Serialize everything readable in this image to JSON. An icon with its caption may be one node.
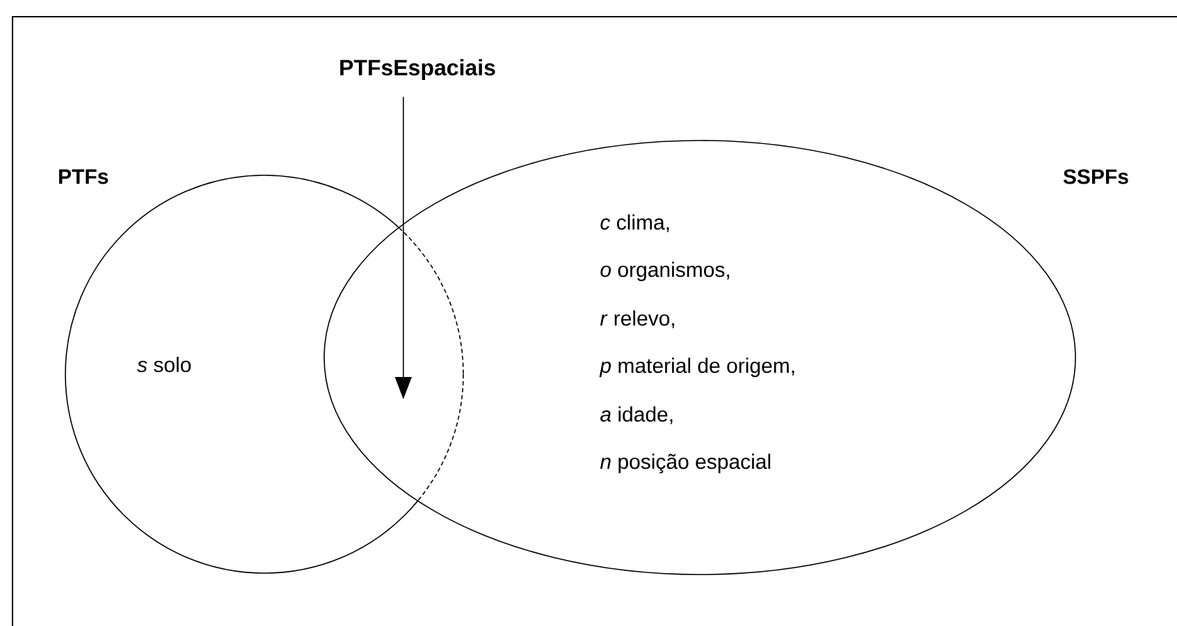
{
  "diagram": {
    "nodes": [
      {
        "text": [
          "PTFsEspaciais"
        ]
      },
      {
        "text": [
          "PTFs",
          "*s*   solo"
        ]
      },
      {
        "text": [
          "SSPFs",
          "*c* clima,",
          "*o* organismos,",
          "*r* relevo,",
          "*p* material de origem,",
          "*a* idade,",
          "*n* posição espacial"
        ]
      }
    ],
    "edges": [
      {
        "from": 0,
        "to": 1,
        "arrow": "to"
      },
      {
        "from": 0,
        "to": 2,
        "arrow": "to"
      }
    ]
  }
}
